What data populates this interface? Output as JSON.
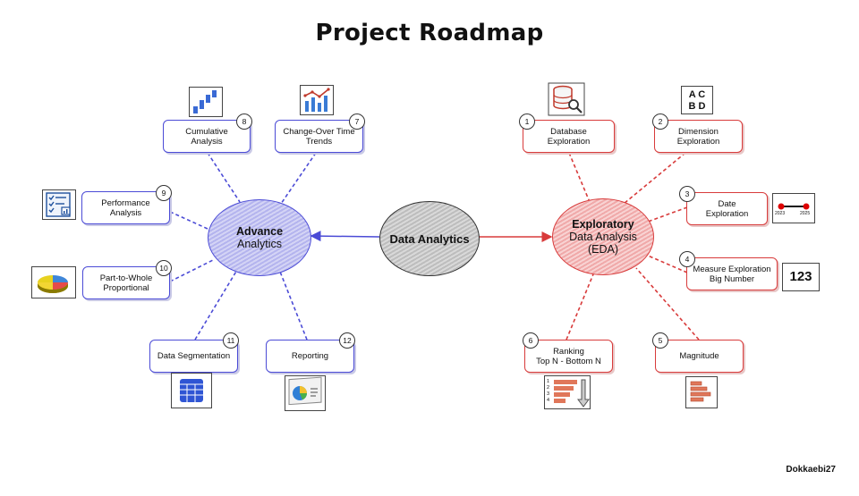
{
  "title": "Project Roadmap",
  "center": {
    "label": "Data Analytics"
  },
  "advance": {
    "line1": "Advance",
    "line2": "Analytics"
  },
  "eda": {
    "line1": "Exploratory",
    "line2": "Data Analysis",
    "line3": "(EDA)"
  },
  "steps": {
    "s1": {
      "num": "1",
      "line1": "Database",
      "line2": "Exploration"
    },
    "s2": {
      "num": "2",
      "line1": "Dimension",
      "line2": "Exploration"
    },
    "s3": {
      "num": "3",
      "line1": "Date",
      "line2": "Exploration"
    },
    "s4": {
      "num": "4",
      "line1": "Measure Exploration",
      "line2": "Big Number"
    },
    "s5": {
      "num": "5",
      "line1": "Magnitude"
    },
    "s6": {
      "num": "6",
      "line1": "Ranking",
      "line2": "Top N - Bottom N"
    },
    "s7": {
      "num": "7",
      "line1": "Change-Over Time",
      "line2": "Trends"
    },
    "s8": {
      "num": "8",
      "line1": "Cumulative",
      "line2": "Analysis"
    },
    "s9": {
      "num": "9",
      "line1": "Performance",
      "line2": "Analysis"
    },
    "s10": {
      "num": "10",
      "line1": "Part-to-Whole",
      "line2": "Proportional"
    },
    "s11": {
      "num": "11",
      "line1": "Data Segmentation"
    },
    "s12": {
      "num": "12",
      "line1": "Reporting"
    }
  },
  "icons": {
    "dimension": {
      "letters": "A C\nB D",
      "l1": "A C",
      "l2": "B D"
    },
    "date": {
      "start": "2023",
      "end": "2025"
    },
    "big_number": {
      "text": "123"
    },
    "ranking": {
      "n1": "1",
      "n2": "2",
      "n3": "3",
      "n4": "4"
    }
  },
  "colors": {
    "blue": "#4b4bd6",
    "red": "#d83b3b",
    "gray": "#888888"
  },
  "credit": "Dokkaebi27"
}
